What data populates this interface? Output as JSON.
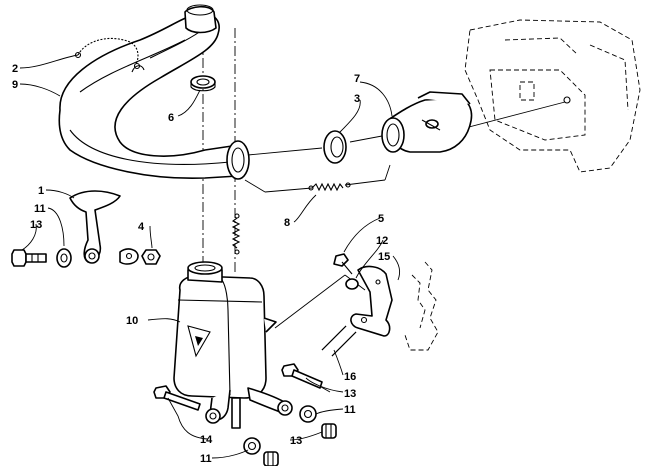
{
  "diagram": {
    "callouts": [
      {
        "id": "c1",
        "text": "1"
      },
      {
        "id": "c2",
        "text": "2"
      },
      {
        "id": "c3",
        "text": "3"
      },
      {
        "id": "c4",
        "text": "4"
      },
      {
        "id": "c5",
        "text": "5"
      },
      {
        "id": "c6",
        "text": "6"
      },
      {
        "id": "c7",
        "text": "7"
      },
      {
        "id": "c8",
        "text": "8"
      },
      {
        "id": "c9",
        "text": "9"
      },
      {
        "id": "c10",
        "text": "10"
      },
      {
        "id": "c11a",
        "text": "11"
      },
      {
        "id": "c11b",
        "text": "11"
      },
      {
        "id": "c11c",
        "text": "11"
      },
      {
        "id": "c12",
        "text": "12"
      },
      {
        "id": "c13a",
        "text": "13"
      },
      {
        "id": "c13b",
        "text": "13"
      },
      {
        "id": "c13c",
        "text": "13"
      },
      {
        "id": "c14",
        "text": "14"
      },
      {
        "id": "c15",
        "text": "15"
      },
      {
        "id": "c16",
        "text": "16"
      }
    ]
  }
}
